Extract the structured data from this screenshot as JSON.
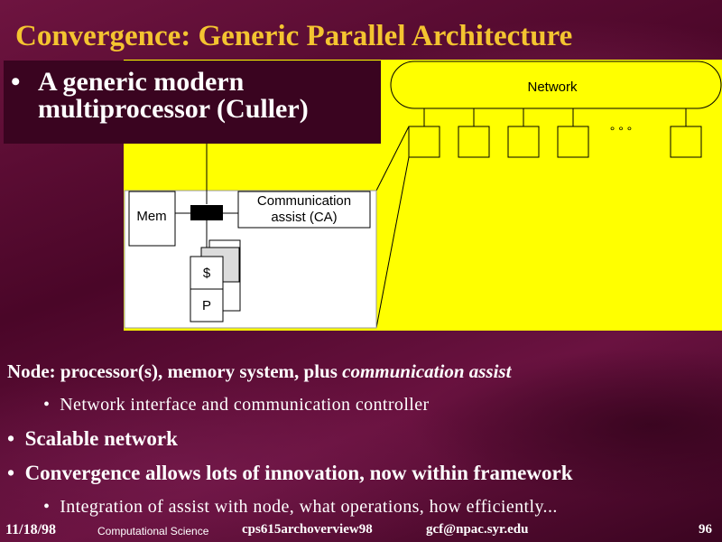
{
  "slide": {
    "title": "Convergence: Generic Parallel Architecture",
    "bullet_main_lines": [
      "A generic modern",
      "multiprocessor (Culler)"
    ],
    "bullet_symbol": "•"
  },
  "diagram": {
    "network_label": "Network",
    "ellipsis": "° ° °",
    "mem_label": "Mem",
    "ca_label_line1": "Communication",
    "ca_label_line2": "assist (CA)",
    "cache_label": "$",
    "proc_label": "P",
    "fill_color": "#ffff00"
  },
  "body": {
    "node_prefix": "Node: processor(s), memory system, plus ",
    "node_emph": "communication assist",
    "sub1": "Network interface and communication controller",
    "bullet2": "Scalable network",
    "bullet3": "Convergence allows lots of innovation, now within framework",
    "sub2": "Integration of assist with node, what operations, how efficiently..."
  },
  "footer": {
    "date": "11/18/98",
    "course": "Computational Science",
    "file": "cps615archoverview98",
    "email": "gcf@npac.syr.edu",
    "page": "96"
  },
  "colors": {
    "title": "#f4c430",
    "background": "#5a0a32",
    "text": "#ffffff"
  }
}
